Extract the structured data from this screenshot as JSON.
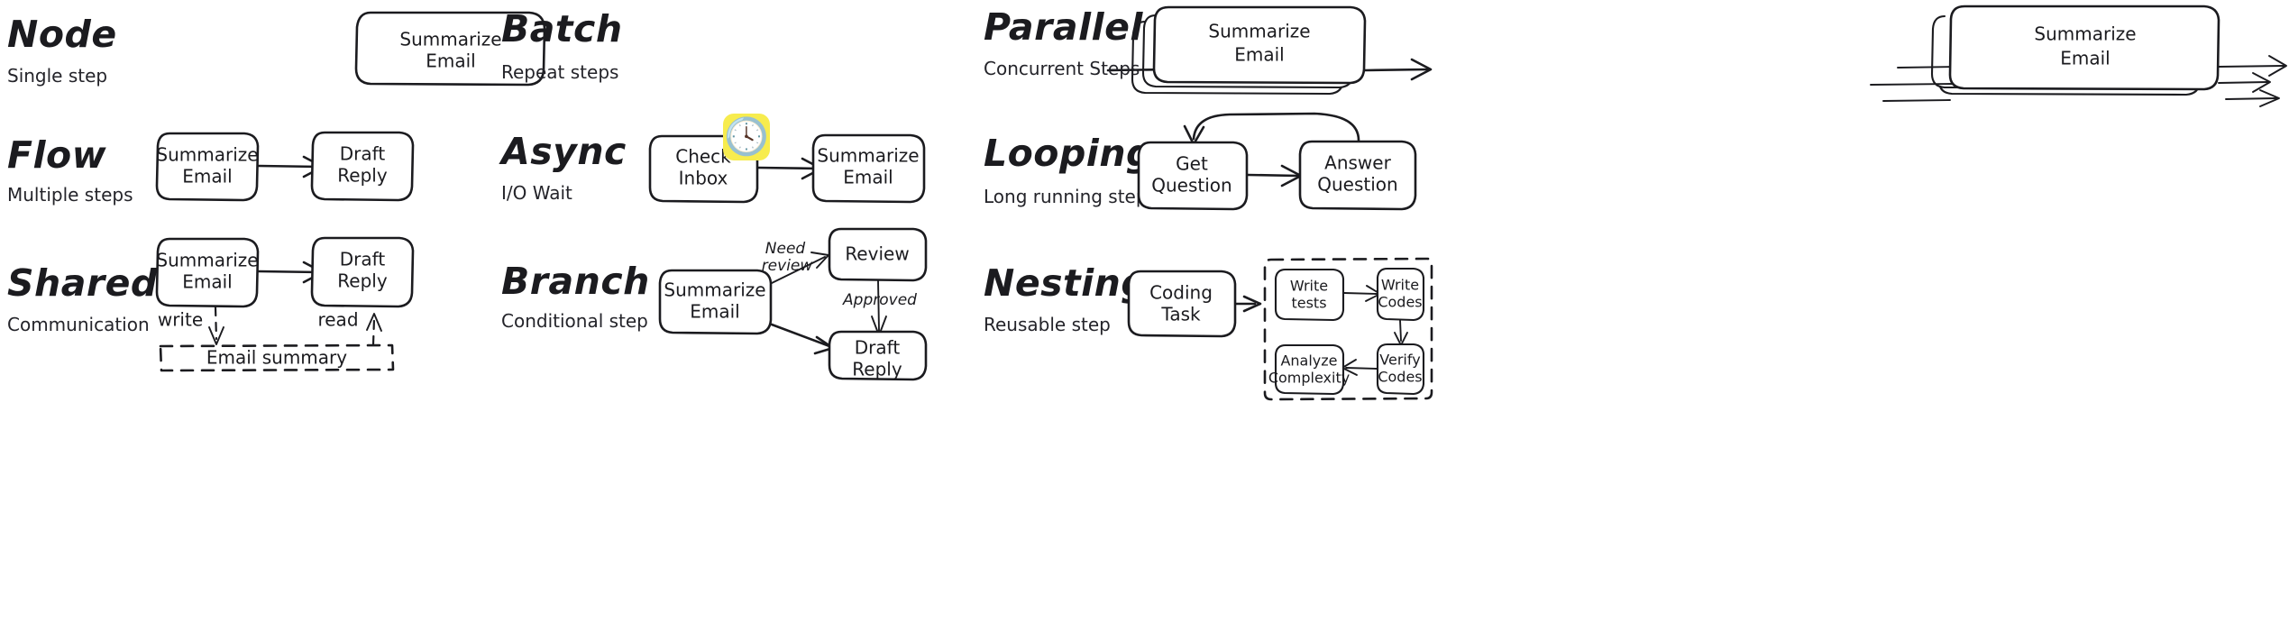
{
  "page": {
    "background_color": "#ffffff",
    "ink_color": "#1b1b1f",
    "highlight_color": "#f7ec4e",
    "style": "hand-drawn sketch"
  },
  "patterns": [
    {
      "id": "node",
      "title": "Node",
      "subtitle": "Single step",
      "nodes": [
        {
          "label_line1": "Summarize",
          "label_line2": "Email"
        }
      ]
    },
    {
      "id": "batch",
      "title": "Batch",
      "subtitle": "Repeat steps",
      "nodes": [
        {
          "label_line1": "Summarize",
          "label_line2": "Email"
        }
      ],
      "stack_count": 3
    },
    {
      "id": "parallel",
      "title": "Parallel",
      "subtitle": "Concurrent Steps",
      "nodes": [
        {
          "label_line1": "Summarize",
          "label_line2": "Email"
        }
      ],
      "stack_count": 3,
      "lane_count": 3
    },
    {
      "id": "flow",
      "title": "Flow",
      "subtitle": "Multiple steps",
      "nodes": [
        {
          "label_line1": "Summarize",
          "label_line2": "Email"
        },
        {
          "label_line1": "Draft",
          "label_line2": "Reply"
        }
      ]
    },
    {
      "id": "async",
      "title": "Async",
      "subtitle": "I/O Wait",
      "badge_icon": "clock-icon",
      "badge_glyph": "🕓",
      "nodes": [
        {
          "label_line1": "Check",
          "label_line2": "Inbox"
        },
        {
          "label_line1": "Summarize",
          "label_line2": "Email"
        }
      ]
    },
    {
      "id": "looping",
      "title": "Looping",
      "subtitle": "Long running step",
      "nodes": [
        {
          "label_line1": "Get",
          "label_line2": "Question"
        },
        {
          "label_line1": "Answer",
          "label_line2": "Question"
        }
      ]
    },
    {
      "id": "shared",
      "title": "Shared",
      "subtitle": "Communication",
      "nodes": [
        {
          "label_line1": "Summarize",
          "label_line2": "Email"
        },
        {
          "label_line1": "Draft",
          "label_line2": "Reply"
        }
      ],
      "store": {
        "label": "Email summary"
      },
      "edges": [
        {
          "label": "write"
        },
        {
          "label": "read"
        }
      ]
    },
    {
      "id": "branch",
      "title": "Branch",
      "subtitle": "Conditional step",
      "nodes": [
        {
          "label_line1": "Summarize",
          "label_line2": "Email"
        },
        {
          "label_line1": "Review",
          "label_line2": ""
        },
        {
          "label_line1": "Draft",
          "label_line2": "Reply"
        }
      ],
      "edges": [
        {
          "label_line1": "Need",
          "label_line2": "review"
        },
        {
          "label_line1": "Approved",
          "label_line2": ""
        }
      ]
    },
    {
      "id": "nesting",
      "title": "Nesting",
      "subtitle": "Reusable step",
      "nodes": [
        {
          "label_line1": "Coding",
          "label_line2": "Task"
        }
      ],
      "inner_nodes": [
        {
          "label_line1": "Write",
          "label_line2": "tests"
        },
        {
          "label_line1": "Write",
          "label_line2": "Codes"
        },
        {
          "label_line1": "Analyze",
          "label_line2": "Complexity"
        },
        {
          "label_line1": "Verify",
          "label_line2": "Codes"
        }
      ]
    }
  ]
}
